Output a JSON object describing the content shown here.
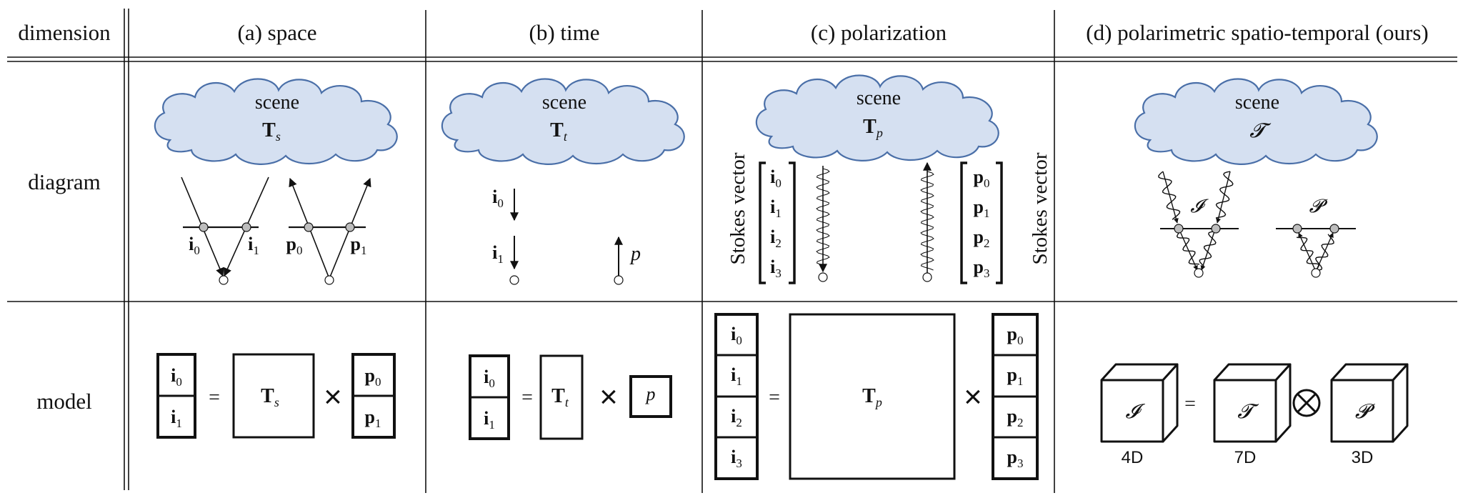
{
  "header": {
    "row_label": "dimension",
    "columns": [
      "(a) space",
      "(b) time",
      "(c) polarization",
      "(d) polarimetric spatio-temporal (ours)"
    ]
  },
  "rows": {
    "diagram": "diagram",
    "model": "model"
  },
  "symbols": {
    "i": "i",
    "p": "p",
    "T": "T",
    "sub_s": "s",
    "sub_t": "t",
    "sub_p": "p",
    "idx0": "0",
    "idx1": "1",
    "idx2": "2",
    "idx3": "3",
    "cal_I": "𝓘",
    "cal_T": "𝓣",
    "cal_P": "𝓟",
    "equals": "=",
    "times": "×",
    "otimes": "⊗"
  },
  "diagram": {
    "scene_label": "scene",
    "stokes_vector": "Stokes vector"
  },
  "model": {
    "dim_I": "4D",
    "dim_T": "7D",
    "dim_P": "3D"
  },
  "colors": {
    "cloud_fill": "#d5e0f1",
    "cloud_stroke": "#4a6fa8",
    "node_fill": "#bdbdbd",
    "ink": "#111111"
  }
}
